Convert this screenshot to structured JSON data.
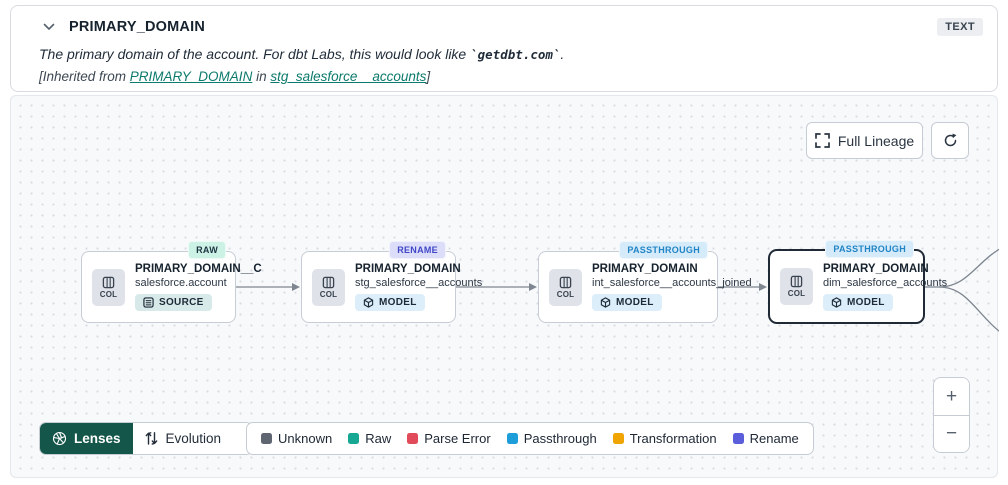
{
  "header": {
    "title": "PRIMARY_DOMAIN",
    "type_badge": "TEXT",
    "description_prefix": "The primary domain of the account. For dbt Labs, this would look like ",
    "description_code": "`getdbt.com`",
    "description_suffix": ".",
    "inherited_prefix": "[Inherited from ",
    "inherited_link_column": "PRIMARY_DOMAIN",
    "inherited_middle": " in ",
    "inherited_link_model": "stg_salesforce__accounts",
    "inherited_suffix": "]"
  },
  "toolbar": {
    "full_lineage_label": "Full Lineage"
  },
  "canvas": {
    "nodes": [
      {
        "badge": "RAW",
        "badge_bg": "#ccf2e6",
        "badge_fg": "#1d3340",
        "title": "PRIMARY_DOMAIN__C",
        "subtitle": "salesforce.account",
        "type": "SOURCE",
        "type_bg": "#d7e9e9",
        "col_label": "COL"
      },
      {
        "badge": "RENAME",
        "badge_bg": "#dcdef9",
        "badge_fg": "#4146c7",
        "title": "PRIMARY_DOMAIN",
        "subtitle": "stg_salesforce__accounts",
        "type": "MODEL",
        "type_bg": "#dceefa",
        "col_label": "COL"
      },
      {
        "badge": "PASSTHROUGH",
        "badge_bg": "#d6ebfa",
        "badge_fg": "#2185c5",
        "title": "PRIMARY_DOMAIN",
        "subtitle": "int_salesforce__accounts_joined",
        "type": "MODEL",
        "type_bg": "#dceefa",
        "col_label": "COL"
      },
      {
        "badge": "PASSTHROUGH",
        "badge_bg": "#d6ebfa",
        "badge_fg": "#2185c5",
        "title": "PRIMARY_DOMAIN",
        "subtitle": "dim_salesforce_accounts",
        "type": "MODEL",
        "type_bg": "#dceefa",
        "col_label": "COL"
      }
    ]
  },
  "footer": {
    "lenses_label": "Lenses",
    "lens_selected": "Evolution",
    "legend": [
      {
        "label": "Unknown",
        "color": "#5f6672"
      },
      {
        "label": "Raw",
        "color": "#16a893"
      },
      {
        "label": "Parse Error",
        "color": "#e04a59"
      },
      {
        "label": "Passthrough",
        "color": "#1e9ed9"
      },
      {
        "label": "Transformation",
        "color": "#f0a400"
      },
      {
        "label": "Rename",
        "color": "#5b5edb"
      }
    ]
  },
  "zoom_controls": {
    "zoom_in": "+",
    "zoom_out": "−"
  }
}
